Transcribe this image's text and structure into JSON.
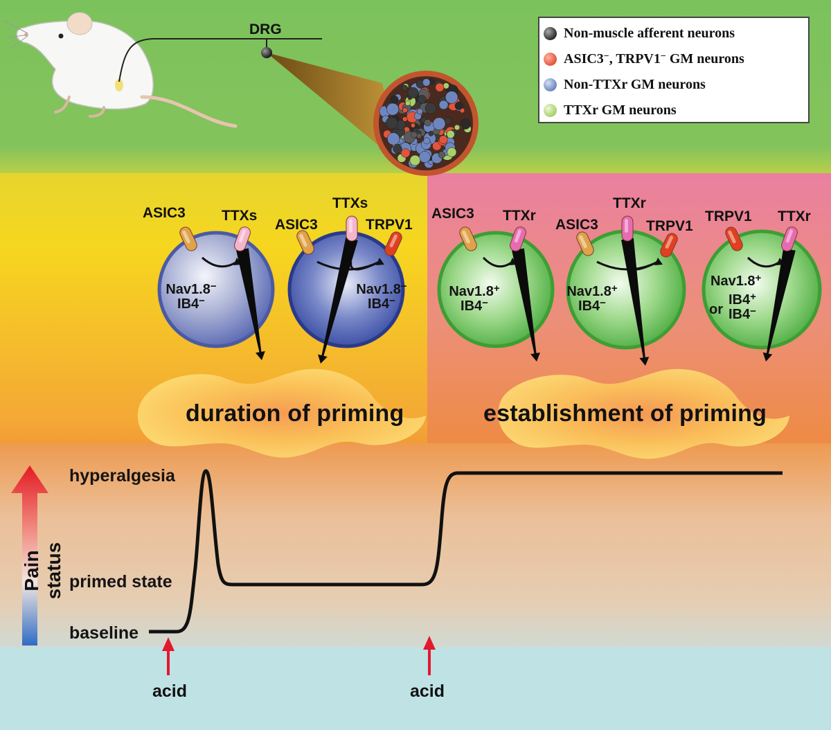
{
  "legend": {
    "items": [
      {
        "label": "Non-muscle afferent neurons",
        "color": "#3a3a3a"
      },
      {
        "label": "ASIC3",
        "sup1": "−",
        "mid": ", TRPV1",
        "sup2": "−",
        "rest": " GM neurons",
        "color": "#e2553a"
      },
      {
        "label": "Non-TTXr GM neurons",
        "color": "#6e86c0"
      },
      {
        "label": "TTXr GM neurons",
        "color": "#a9cf6a"
      }
    ]
  },
  "drg_label": "DRG",
  "channels": {
    "asic3": "ASIC3",
    "ttxs": "TTXs",
    "ttxr": "TTXr",
    "trpv1": "TRPV1"
  },
  "cells": [
    {
      "line1": "Nav1.8",
      "sup1": "−",
      "line2": "IB4",
      "sup2": "−"
    },
    {
      "line1": "Nav1.8",
      "sup1": "−",
      "line2": "IB4",
      "sup2": "−"
    },
    {
      "line1": "Nav1.8",
      "sup1": "+",
      "line2": "IB4",
      "sup2": "−"
    },
    {
      "line1": "Nav1.8",
      "sup1": "+",
      "line2": "IB4",
      "sup2": "−"
    },
    {
      "line1": "Nav1.8",
      "sup1": "+",
      "or": "or",
      "line2": "IB4",
      "sup2": "+",
      "line3": "IB4",
      "sup3": "−"
    }
  ],
  "stages": {
    "left": "duration of priming",
    "right": "establishment of priming"
  },
  "pain_graph": {
    "axis_label": "Pain status",
    "levels": [
      "hyperalgesia",
      "primed state",
      "baseline"
    ],
    "stimulus": "acid"
  },
  "colors": {
    "top_band": "#7ec35e",
    "left_panel": "#f3d328",
    "right_panel": "#e98f86",
    "graph_bg": "#ecc6a0",
    "bottom_band": "#bfe2e5",
    "ttxs_cell": "#5a6ab4",
    "ttxr_cell": "#58b847",
    "arrow_red": "#e3182d"
  }
}
